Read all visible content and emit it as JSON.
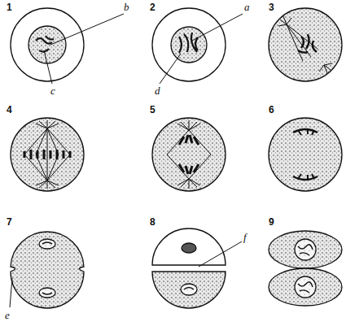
{
  "diagram": {
    "labels": [
      "1",
      "b",
      "2",
      "a",
      "3",
      "c",
      "d",
      "4",
      "5",
      "6",
      "7",
      "e",
      "8",
      "f",
      "9"
    ]
  }
}
